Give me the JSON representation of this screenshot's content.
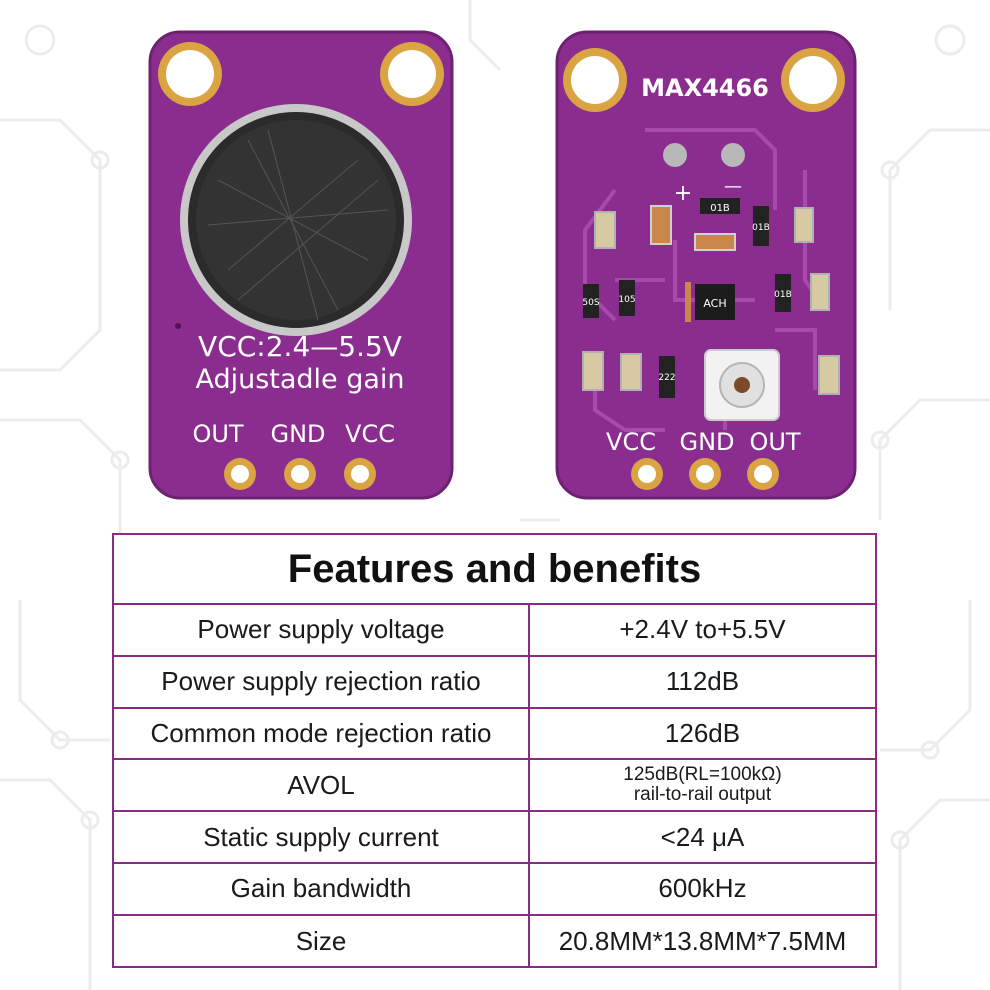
{
  "front_board": {
    "silkscreen_line1": "VCC:2.4—5.5V",
    "silkscreen_line2": "Adjustadle gain",
    "pins": [
      "OUT",
      "GND",
      "VCC"
    ],
    "mic_icon": "electret-microphone-icon"
  },
  "back_board": {
    "chip_label": "MAX4466",
    "plus_sign": "+",
    "minus_sign": "—",
    "ic_marking": "ACH",
    "resistor_codes": [
      "01B",
      "01B",
      "01B",
      "105",
      "50S",
      "222"
    ],
    "pins": [
      "VCC",
      "GND",
      "OUT"
    ],
    "potentiometer_icon": "trim-potentiometer-icon"
  },
  "colors": {
    "pcb": "#8a2d8f",
    "pcb_dark": "#6d2173",
    "gold": "#d9a441",
    "table_border": "#8b2a86"
  },
  "table": {
    "title": "Features and benefits",
    "rows": [
      {
        "param": "Power supply voltage",
        "value": "+2.4V to+5.5V"
      },
      {
        "param": "Power supply rejection ratio",
        "value": "112dB"
      },
      {
        "param": "Common mode rejection ratio",
        "value": "126dB"
      },
      {
        "param": "AVOL",
        "value_line1": "125dB(RL=100kΩ)",
        "value_line2": "rail-to-rail output"
      },
      {
        "param": "Static supply current",
        "value": "<24 μA"
      },
      {
        "param": "Gain bandwidth",
        "value": "600kHz"
      },
      {
        "param": "Size",
        "value": "20.8MM*13.8MM*7.5MM"
      }
    ]
  }
}
